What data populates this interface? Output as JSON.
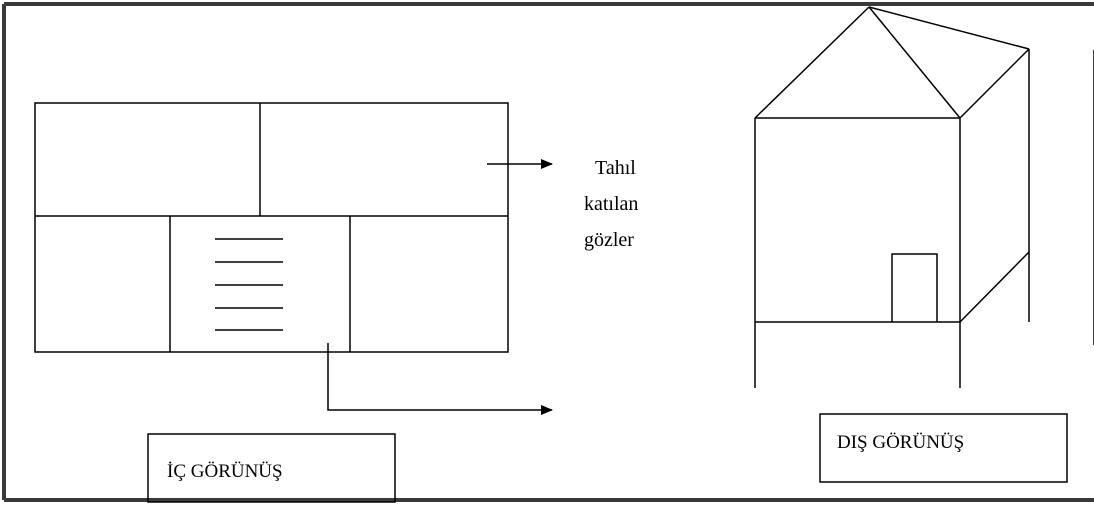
{
  "labels": {
    "grain_compartments": [
      "Tahıl",
      "katılan",
      "gözler"
    ],
    "interior_view": "İÇ GÖRÜNÜŞ",
    "exterior_view": "DIŞ GÖRÜNÜŞ"
  },
  "colors": {
    "frame": "#3a3a3a",
    "ink": "#000000",
    "background": "#ffffff"
  }
}
